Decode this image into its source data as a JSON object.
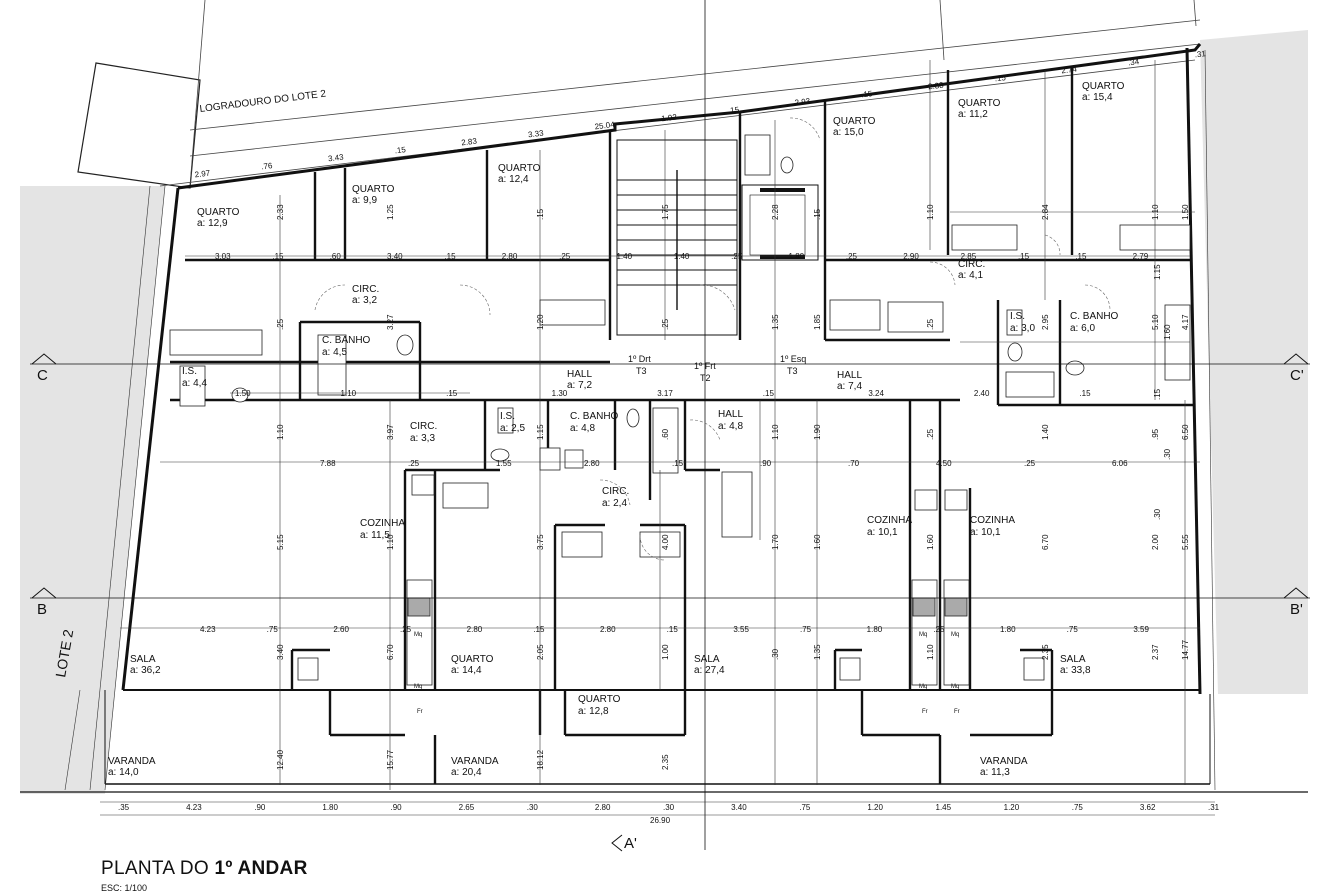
{
  "drawing": {
    "title_prefix": "PLANTA DO ",
    "title_bold": "1º ANDAR",
    "scale": "ESC: 1/100"
  },
  "labels": {
    "lote_2": "LOTE 2",
    "logradouro": "LOGRADOURO DO LOTE 2",
    "section_marks": [
      "C",
      "C'",
      "B",
      "B'",
      "A'"
    ]
  },
  "units": [
    {
      "name": "1º Drt",
      "type": "T3"
    },
    {
      "name": "1º Frt",
      "type": "T2"
    },
    {
      "name": "1º Esq",
      "type": "T3"
    }
  ],
  "rooms": [
    {
      "name": "QUARTO",
      "area": "a: 12,9"
    },
    {
      "name": "QUARTO",
      "area": "a: 9,9"
    },
    {
      "name": "QUARTO",
      "area": "a: 12,4"
    },
    {
      "name": "QUARTO",
      "area": "a: 15,0"
    },
    {
      "name": "QUARTO",
      "area": "a: 11,2"
    },
    {
      "name": "QUARTO",
      "area": "a: 15,4"
    },
    {
      "name": "CIRC.",
      "area": "a: 3,2"
    },
    {
      "name": "C. BANHO",
      "area": "a: 4,5"
    },
    {
      "name": "I.S.",
      "area": "a: 4,4"
    },
    {
      "name": "CIRC.",
      "area": "a: 3,3"
    },
    {
      "name": "HALL",
      "area": "a: 7,2"
    },
    {
      "name": "I.S.",
      "area": "a: 2,5"
    },
    {
      "name": "C. BANHO",
      "area": "a: 4,8"
    },
    {
      "name": "HALL",
      "area": "a: 4,8"
    },
    {
      "name": "CIRC.",
      "area": "a: 2,4"
    },
    {
      "name": "HALL",
      "area": "a: 7,4"
    },
    {
      "name": "CIRC.",
      "area": "a: 4,1"
    },
    {
      "name": "I.S.",
      "area": "a: 3,0"
    },
    {
      "name": "C. BANHO",
      "area": "a: 6,0"
    },
    {
      "name": "COZINHA",
      "area": "a: 11,5"
    },
    {
      "name": "COZINHA",
      "area": "a: 10,1"
    },
    {
      "name": "COZINHA",
      "area": "a: 10,1"
    },
    {
      "name": "SALA",
      "area": "a: 36,2"
    },
    {
      "name": "QUARTO",
      "area": "a: 14,4"
    },
    {
      "name": "SALA",
      "area": "a: 27,4"
    },
    {
      "name": "QUARTO",
      "area": "a: 12,8"
    },
    {
      "name": "SALA",
      "area": "a: 33,8"
    },
    {
      "name": "VARANDA",
      "area": "a: 14,0"
    },
    {
      "name": "VARANDA",
      "area": "a: 20,4"
    },
    {
      "name": "VARANDA",
      "area": "a: 11,3"
    }
  ],
  "dimensions": {
    "top": [
      "2.97",
      ".76",
      "3.43",
      ".15",
      "2.83",
      "3.33",
      "25.04",
      "1.92",
      ".15",
      "2.93",
      ".15",
      "2.88",
      ".15",
      "2.74",
      ".34",
      ".31"
    ],
    "row_3": [
      "3.03",
      ".15",
      ".60",
      "3.40",
      ".15",
      "2.80",
      ".25",
      "1.40",
      "1.40",
      ".25",
      "1.80",
      ".25",
      "2.90",
      "2.85",
      ".15",
      ".15",
      "2.79"
    ],
    "row_c": [
      "1.50",
      "1.10",
      ".15",
      "1.30",
      "3.17",
      ".15",
      "3.24",
      "2.40",
      ".15"
    ],
    "row_mid": [
      "7.88",
      ".25",
      "1.55",
      "2.80",
      ".15",
      ".90",
      ".70",
      "4.50",
      ".25",
      "6.06"
    ],
    "row_b": [
      "4.23",
      ".75",
      "2.60",
      ".25",
      "2.80",
      ".15",
      "2.80",
      ".15",
      "3.55",
      ".75",
      "1.80",
      ".25",
      "1.80",
      ".75",
      "3.59"
    ],
    "bottom_1": [
      ".35",
      "4.23",
      ".90",
      "1.80",
      ".90",
      "2.65",
      ".30",
      "2.80",
      ".30",
      "3.40",
      ".75",
      "1.20",
      "1.45",
      "1.20",
      ".75",
      "3.62",
      ".31"
    ],
    "bottom_total": "26.90",
    "vertical": [
      "2.33",
      "1.25",
      ".15",
      "1.75",
      "2.28",
      ".15",
      "1.10",
      "2.84",
      "1.10",
      "1.50",
      ".25",
      "3.27",
      "1.20",
      ".25",
      "1.35",
      "1.85",
      ".25",
      "2.95",
      "5.10",
      "4.17",
      "1.10",
      "3.97",
      "1.15",
      ".60",
      "1.10",
      "1.90",
      ".25",
      "1.40",
      ".95",
      "6.50",
      "5.15",
      "1.10",
      "3.75",
      "4.00",
      "1.70",
      "1.60",
      "1.60",
      "6.70",
      "2.00",
      "5.55",
      "3.40",
      "6.70",
      "2.05",
      "1.00",
      ".30",
      "1.35",
      "1.10",
      "2.35",
      "2.37",
      "14.77",
      "12.40",
      "15.77",
      "18.12",
      "2.35"
    ],
    "misc": [
      "1.15",
      "1.60",
      ".15",
      ".30",
      ".30"
    ]
  },
  "fixtures": {
    "stove": "Mq",
    "fridge": "Fr"
  }
}
